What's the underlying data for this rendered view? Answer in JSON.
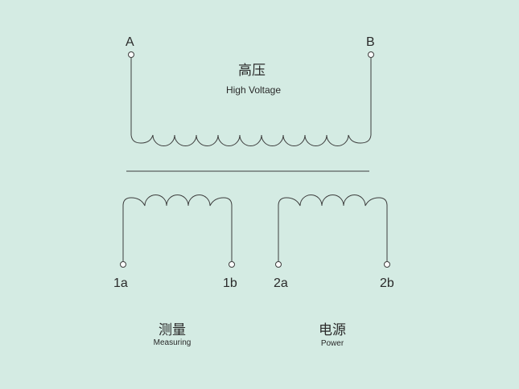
{
  "high_voltage": {
    "title_cn": "高压",
    "title_en": "High Voltage",
    "terminal_left": "A",
    "terminal_right": "B"
  },
  "measuring": {
    "title_cn": "测量",
    "title_en": "Measuring",
    "terminal_left": "1a",
    "terminal_right": "1b"
  },
  "power": {
    "title_cn": "电源",
    "title_en": "Power",
    "terminal_left": "2a",
    "terminal_right": "2b"
  },
  "colors": {
    "background": "#d4ebe3",
    "line": "#3c3c3c",
    "terminal_fill": "#ffffff"
  }
}
